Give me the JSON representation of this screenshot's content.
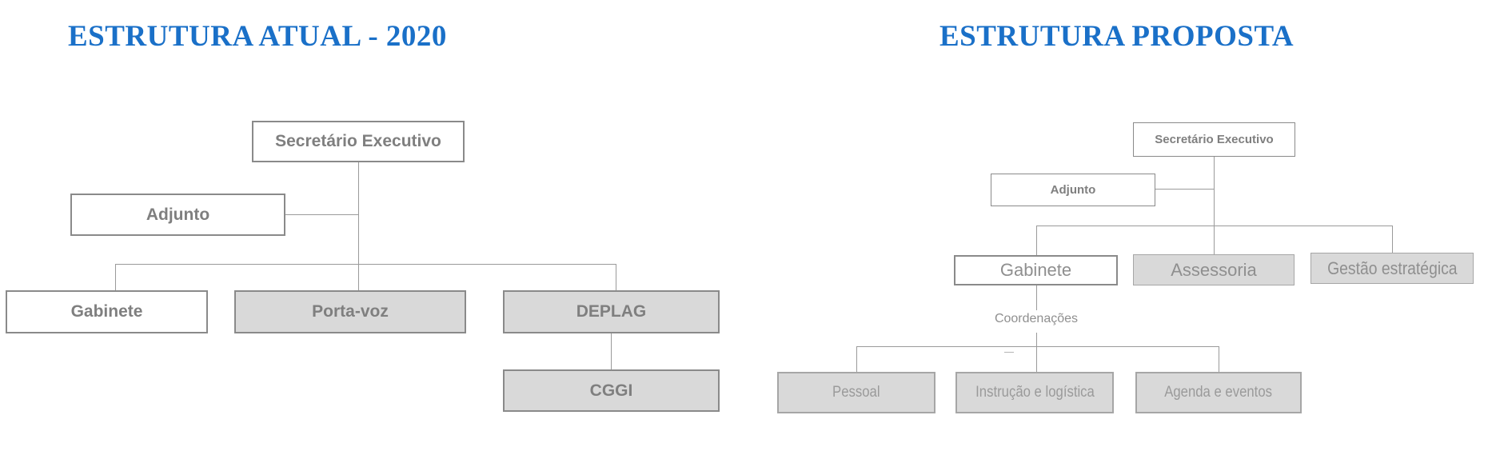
{
  "left_chart": {
    "title": "ESTRUTURA ATUAL - 2020",
    "nodes": {
      "secretario_executivo": "Secretário Executivo",
      "adjunto": "Adjunto",
      "gabinete": "Gabinete",
      "porta_voz": "Porta-voz",
      "deplag": "DEPLAG",
      "cggi": "CGGI"
    }
  },
  "right_chart": {
    "title": "ESTRUTURA PROPOSTA",
    "nodes": {
      "secretario_executivo": "Secretário Executivo",
      "adjunto": "Adjunto",
      "gabinete": "Gabinete",
      "assessoria": "Assessoria",
      "gestao_estrategica": "Gestão estratégica",
      "coordenacoes": "Coordenações",
      "pessoal": "Pessoal",
      "instrucao_logistica": "Instrução e logística",
      "agenda_eventos": "Agenda e eventos"
    }
  },
  "colors": {
    "title_blue": "#1a70c8",
    "box_fill_gray": "#d9d9d9",
    "box_border_gray": "#8a8a8a",
    "connector_line_gray": "#9a9a9a",
    "label_gray_bold": "#7f7f7f",
    "label_gray_regular": "#8f8f8f",
    "label_gray_light": "#9a9a9a"
  }
}
